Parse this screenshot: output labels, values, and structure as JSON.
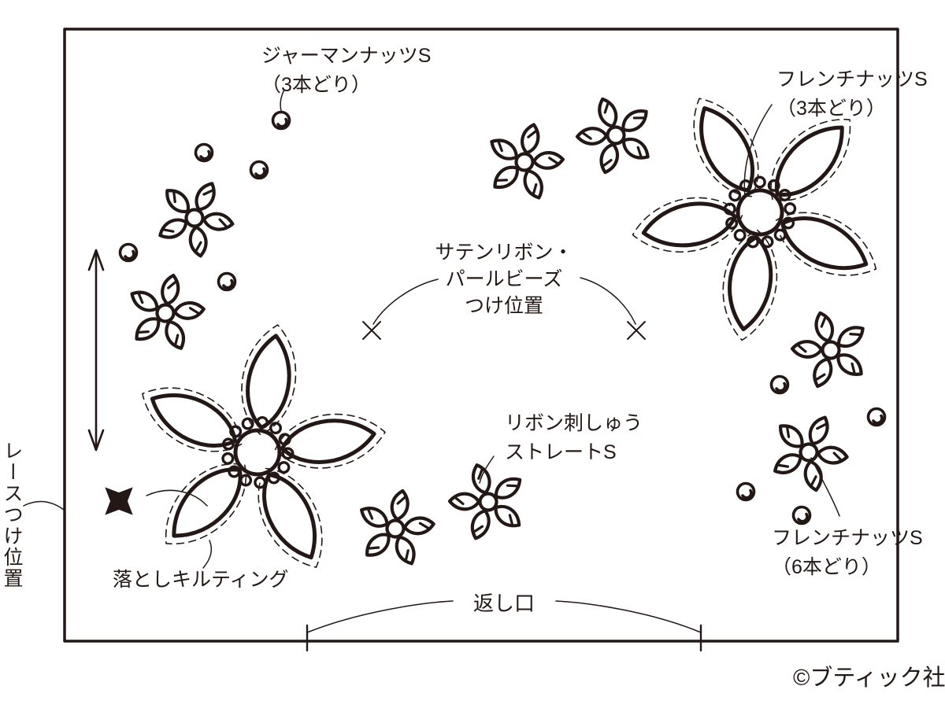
{
  "colors": {
    "ink": "#231815",
    "background": "#ffffff"
  },
  "labels": {
    "german_knots": {
      "line1": "ジャーマンナッツS",
      "line2": "（3本どり）"
    },
    "french_knots_3": {
      "line1": "フレンチナッツS",
      "line2": "（3本どり）"
    },
    "satin_ribbon": {
      "line1": "サテンリボン・",
      "line2": "パールビーズ",
      "line3": "つけ位置"
    },
    "ribbon_straight": {
      "line1": "リボン刺しゅう",
      "line2": "ストレートS"
    },
    "french_knots_6": {
      "line1": "フレンチナッツS",
      "line2": "（6本どり）"
    },
    "drop_quilting": {
      "text": "落としキルティング"
    },
    "turn_opening": {
      "text": "返し口"
    },
    "lace_position": {
      "text": "レースつけ位置"
    },
    "copyright": {
      "text": "©ブティック社"
    }
  }
}
